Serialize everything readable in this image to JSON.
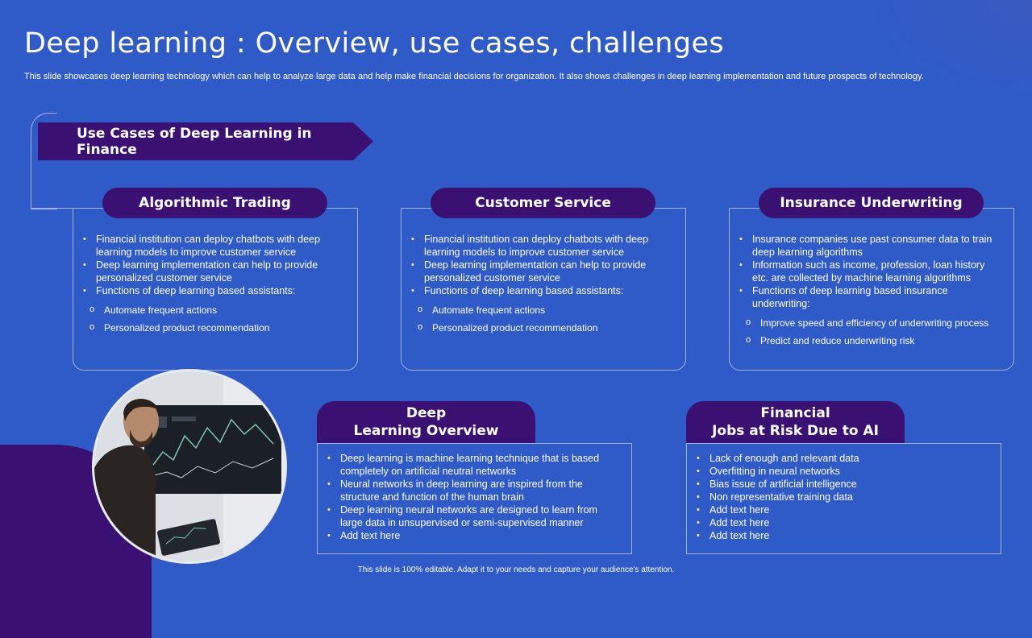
{
  "header": {
    "title": "Deep learning : Overview, use cases, challenges",
    "subtitle": "This slide showcases deep learning technology which can help to analyze large data and help make financial decisions for organization. It also shows challenges in deep learning implementation and future prospects of technology."
  },
  "banner": {
    "label": "Use Cases of Deep Learning in Finance"
  },
  "cards": [
    {
      "title": "Algorithmic Trading",
      "bullets": [
        "Financial institution can deploy chatbots with deep learning models to improve customer service",
        "Deep learning implementation can help to provide personalized customer service",
        "Functions of deep learning based assistants:"
      ],
      "subbullets": [
        "Automate frequent actions",
        "Personalized product recommendation"
      ]
    },
    {
      "title": "Customer Service",
      "bullets": [
        "Financial institution can deploy chatbots with deep learning models to improve customer service",
        "Deep learning implementation can help to provide personalized customer service",
        "Functions of deep learning based assistants:"
      ],
      "subbullets": [
        "Automate frequent actions",
        "Personalized product recommendation"
      ]
    },
    {
      "title": "Insurance Underwriting",
      "bullets": [
        "Insurance companies use past consumer data to train deep learning algorithms",
        "Information such as income, profession, loan history etc. are collected by machine learning algorithms",
        "Functions of deep learning based insurance underwriting:"
      ],
      "subbullets": [
        "Improve speed and efficiency of underwriting process",
        "Predict and reduce underwriting risk"
      ]
    }
  ],
  "overview": {
    "title_line1": "Deep",
    "title_line2": "Learning Overview",
    "bullets": [
      "Deep learning is machine learning technique that is based completely on artificial neutral networks",
      "Neural networks in deep learning are inspired from the structure and function of the human brain",
      "Deep learning neural networks are designed to learn from large data in unsupervised or semi-supervised manner",
      "Add text here"
    ]
  },
  "risks": {
    "title_line1": "Financial",
    "title_line2": "Jobs at Risk Due to AI",
    "bullets": [
      "Lack of enough and relevant data",
      "Overfitting in neural networks",
      "Bias issue of artificial intelligence",
      "Non representative training data",
      "Add text here",
      "Add text here",
      "Add text here"
    ]
  },
  "footer": {
    "text": "This slide is 100% editable. Adapt it to your needs and capture your audience's attention."
  },
  "colors": {
    "background": "#2f5bc8",
    "accent_purple": "#3a1172",
    "border": "#9fb2ea"
  }
}
